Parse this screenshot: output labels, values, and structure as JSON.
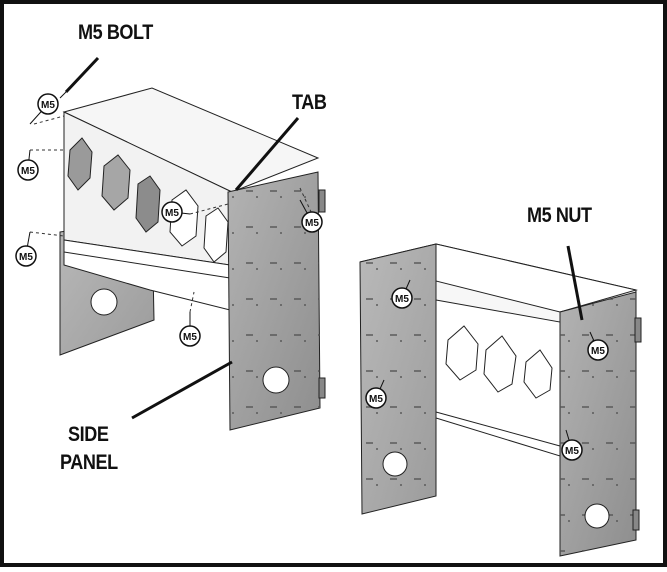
{
  "callouts": {
    "m5_bolt": "M5 BOLT",
    "tab": "TAB",
    "m5_nut": "M5 NUT",
    "side_panel_line1": "SIDE",
    "side_panel_line2": "PANEL"
  },
  "badge_label": "M5",
  "colors": {
    "border": "#111111",
    "panel_shade": "#a8a8a8",
    "panel_light": "#f4f4f4",
    "line": "#222222"
  }
}
